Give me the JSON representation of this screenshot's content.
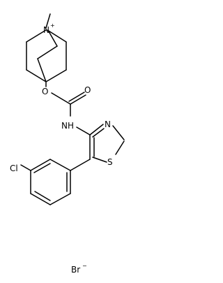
{
  "molecule": {
    "atoms": {
      "n_plus": "N",
      "n_plus_charge": "+",
      "o_ester": "O",
      "o_carbonyl": "O",
      "nh": "NH",
      "n_thiazole": "N",
      "s_thiazole": "S",
      "cl": "Cl",
      "br": "Br",
      "br_charge": "−"
    }
  },
  "colors": {
    "ink": "#000000",
    "background": "#ffffff"
  }
}
